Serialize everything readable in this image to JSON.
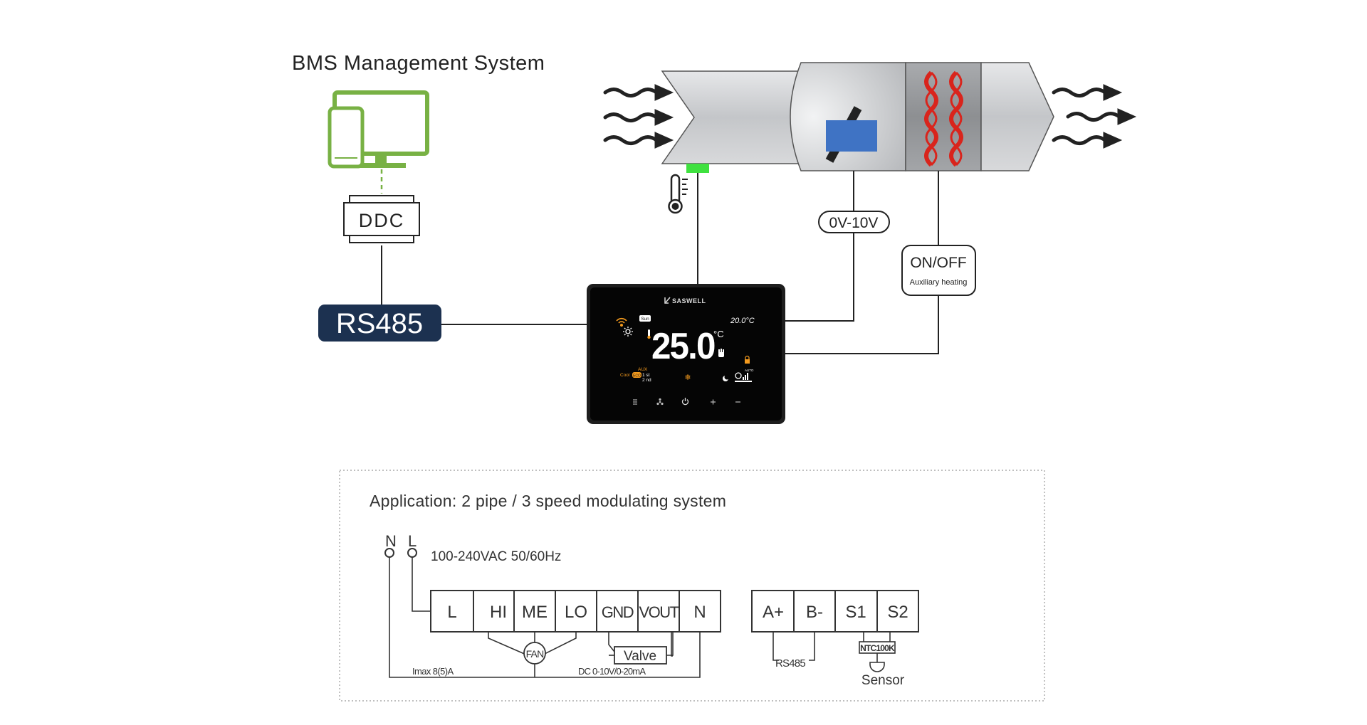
{
  "bms": {
    "title": "BMS Management System",
    "ddc_label": "DDC",
    "rs485_label": "RS485"
  },
  "duct": {
    "signal_label": "0V-10V",
    "onoff_label": "ON/OFF",
    "aux_label": "Auxiliary heating"
  },
  "thermostat": {
    "brand": "SASWELL",
    "temperature": "25.0",
    "temp_unit": "°C",
    "set_temp": "20.0°C",
    "sun_label": "Sun",
    "cool_label": "Cool",
    "cool_badge": "ECO",
    "aux_label": "AUX",
    "stage1": "1 st",
    "stage2": "2 nd",
    "auto_label": "AUTO",
    "button_icons": [
      "menu-icon",
      "fan-icon",
      "power-icon",
      "plus-icon",
      "minus-icon"
    ]
  },
  "wiring": {
    "application": "Application: 2 pipe / 3 speed modulating system",
    "n_label": "N",
    "l_label": "L",
    "power_spec": "100-240VAC 50/60Hz",
    "terminals_main": [
      "L",
      "HI",
      "ME",
      "LO",
      "GND",
      "VOUT",
      "N"
    ],
    "terminals_comm": [
      "A+",
      "B-",
      "S1",
      "S2"
    ],
    "fan_label": "FAN",
    "valve_label": "Valve",
    "imax_label": "Imax 8(5)A",
    "dc_label": "DC 0-10V/0-20mA",
    "rs485_label": "RS485",
    "ntc_label": "NTC100K",
    "sensor_label": "Sensor"
  },
  "colors": {
    "green": "#78b144",
    "navy": "#1c3150",
    "duct": "#c9cbce",
    "damper": "#3f73c4",
    "heater": "#d9241c",
    "orange": "#f39a1e",
    "sensor_green": "#3fe13f"
  }
}
